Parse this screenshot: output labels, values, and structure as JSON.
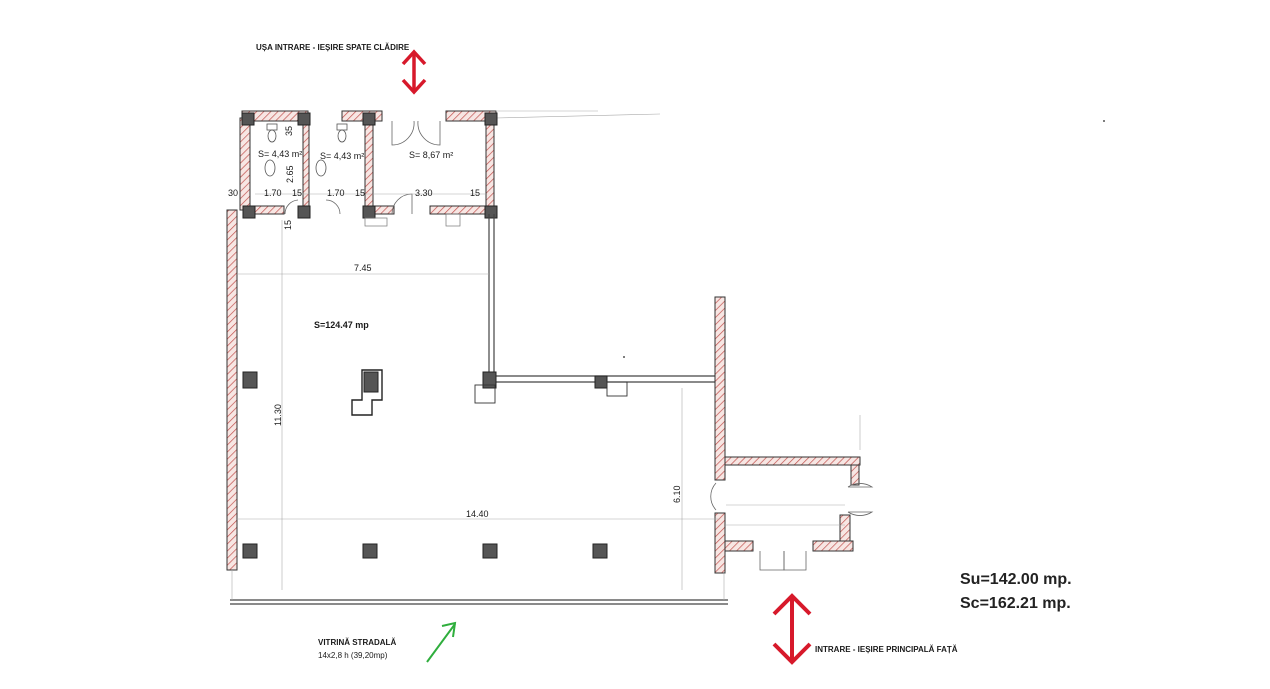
{
  "labels": {
    "rear_door": "UȘA INTRARE - IEȘIRE SPATE CLĂDIRE",
    "main_entrance": "INTRARE - IEȘIRE PRINCIPALĂ FAȚĂ",
    "shopfront_title": "VITRINĂ STRADALĂ",
    "shopfront_size": "14x2,8 h (39,20mp)"
  },
  "areas": {
    "wc1": "S= 4,43 m²",
    "wc2": "S= 4,43 m²",
    "storage": "S= 8,67 m²",
    "main": "S=124.47 mp"
  },
  "dimensions": {
    "d_35": "35",
    "d_265": "2.65",
    "d_30": "30",
    "d_170a": "1.70",
    "d_15a": "15",
    "d_170b": "1.70",
    "d_15b": "15",
    "d_330": "3.30",
    "d_15c": "15",
    "d_15d": "15",
    "d_745": "7.45",
    "d_1130": "11.30",
    "d_1440": "14.40",
    "d_610": "6.10"
  },
  "totals": {
    "su": "Su=142.00 mp.",
    "sc": "Sc=162.21  mp."
  },
  "colors": {
    "arrow_red": "#d7192b",
    "arrow_green": "#2fae3d",
    "wall_hatch": "#c0504d"
  }
}
